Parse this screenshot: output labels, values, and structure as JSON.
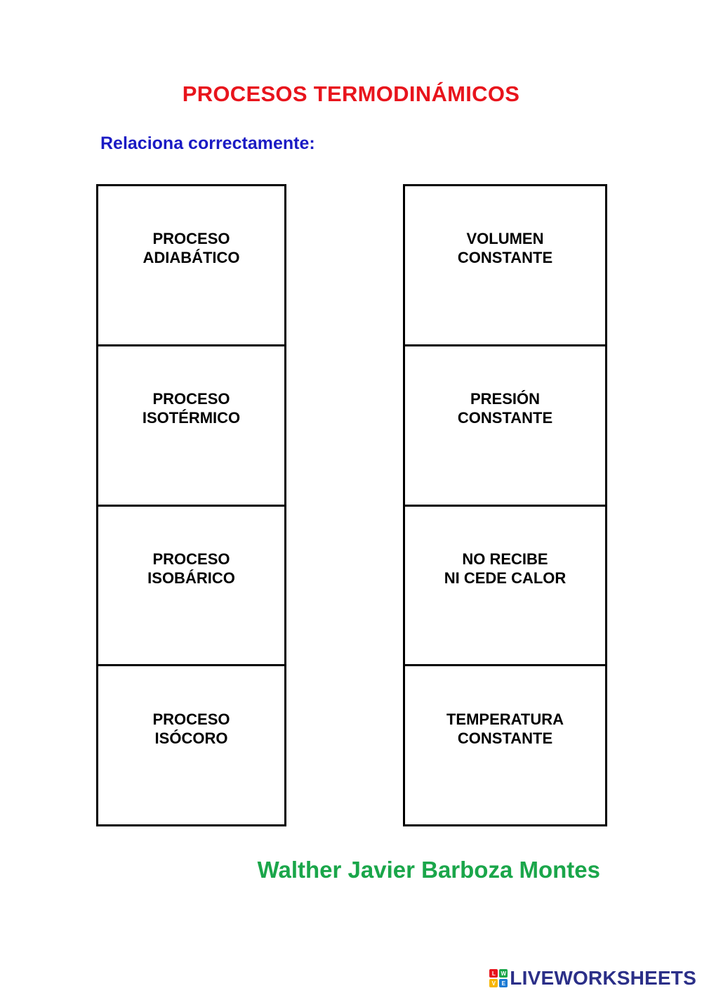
{
  "title": "PROCESOS TERMODINÁMICOS",
  "instruction": "Relaciona correctamente:",
  "left_column": [
    "PROCESO\nADIABÁTICO",
    "PROCESO\nISOTÉRMICO",
    "PROCESO\nISOBÁRICO",
    "PROCESO\nISÓCORO"
  ],
  "right_column": [
    "VOLUMEN\nCONSTANTE",
    "PRESIÓN\nCONSTANTE",
    "NO RECIBE\nNI CEDE CALOR",
    "TEMPERATURA\nCONSTANTE"
  ],
  "author": "Walther Javier Barboza Montes",
  "brand": {
    "name": "LIVEWORKSHEETS",
    "logo_letters": [
      "L",
      "W",
      "V",
      "E"
    ],
    "logo_icon": "liveworksheets-logo-icon"
  },
  "colors": {
    "title": "#e8141c",
    "instruction": "#1a1ac4",
    "author": "#1aa64a",
    "brand_text": "#2b2f88",
    "logo_tiles": [
      "#e8141c",
      "#1aa64a",
      "#f7b500",
      "#1a7ad4"
    ]
  }
}
